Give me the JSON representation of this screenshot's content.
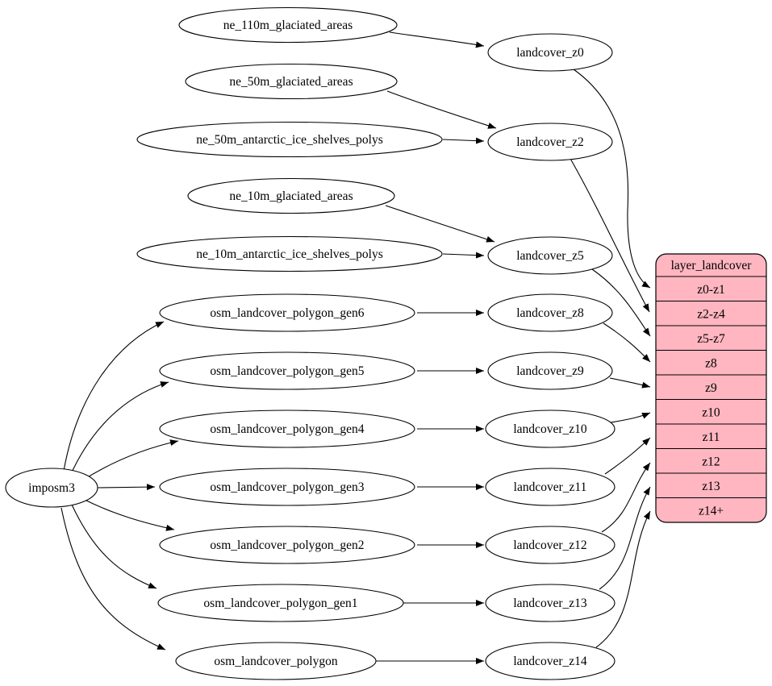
{
  "diagram": {
    "kind": "graphviz-dependency-diagram",
    "background": "#ffffff",
    "colors": {
      "node_fill": "#ffffff",
      "node_stroke": "#000000",
      "edge_stroke": "#000000",
      "table_fill": "#ffb6c1",
      "text": "#000000"
    }
  },
  "nodes": {
    "imposm3": {
      "label": "imposm3"
    },
    "sources": [
      {
        "label": "ne_110m_glaciated_areas"
      },
      {
        "label": "ne_50m_glaciated_areas"
      },
      {
        "label": "ne_50m_antarctic_ice_shelves_polys"
      },
      {
        "label": "ne_10m_glaciated_areas"
      },
      {
        "label": "ne_10m_antarctic_ice_shelves_polys"
      },
      {
        "label": "osm_landcover_polygon_gen6"
      },
      {
        "label": "osm_landcover_polygon_gen5"
      },
      {
        "label": "osm_landcover_polygon_gen4"
      },
      {
        "label": "osm_landcover_polygon_gen3"
      },
      {
        "label": "osm_landcover_polygon_gen2"
      },
      {
        "label": "osm_landcover_polygon_gen1"
      },
      {
        "label": "osm_landcover_polygon"
      }
    ],
    "intermediates": [
      {
        "label": "landcover_z0"
      },
      {
        "label": "landcover_z2"
      },
      {
        "label": "landcover_z5"
      },
      {
        "label": "landcover_z8"
      },
      {
        "label": "landcover_z9"
      },
      {
        "label": "landcover_z10"
      },
      {
        "label": "landcover_z11"
      },
      {
        "label": "landcover_z12"
      },
      {
        "label": "landcover_z13"
      },
      {
        "label": "landcover_z14"
      }
    ],
    "table": {
      "title": "layer_landcover",
      "rows": [
        {
          "label": "z0-z1"
        },
        {
          "label": "z2-z4"
        },
        {
          "label": "z5-z7"
        },
        {
          "label": "z8"
        },
        {
          "label": "z9"
        },
        {
          "label": "z10"
        },
        {
          "label": "z11"
        },
        {
          "label": "z12"
        },
        {
          "label": "z13"
        },
        {
          "label": "z14+"
        }
      ]
    }
  },
  "edges": [
    {
      "from": "ne_110m_glaciated_areas",
      "to": "landcover_z0"
    },
    {
      "from": "ne_50m_glaciated_areas",
      "to": "landcover_z2"
    },
    {
      "from": "ne_50m_antarctic_ice_shelves_polys",
      "to": "landcover_z2"
    },
    {
      "from": "ne_10m_glaciated_areas",
      "to": "landcover_z5"
    },
    {
      "from": "ne_10m_antarctic_ice_shelves_polys",
      "to": "landcover_z5"
    },
    {
      "from": "osm_landcover_polygon_gen6",
      "to": "landcover_z8"
    },
    {
      "from": "osm_landcover_polygon_gen5",
      "to": "landcover_z9"
    },
    {
      "from": "osm_landcover_polygon_gen4",
      "to": "landcover_z10"
    },
    {
      "from": "osm_landcover_polygon_gen3",
      "to": "landcover_z11"
    },
    {
      "from": "osm_landcover_polygon_gen2",
      "to": "landcover_z12"
    },
    {
      "from": "osm_landcover_polygon_gen1",
      "to": "landcover_z13"
    },
    {
      "from": "osm_landcover_polygon",
      "to": "landcover_z14"
    },
    {
      "from": "imposm3",
      "to": "osm_landcover_polygon_gen6"
    },
    {
      "from": "imposm3",
      "to": "osm_landcover_polygon_gen5"
    },
    {
      "from": "imposm3",
      "to": "osm_landcover_polygon_gen4"
    },
    {
      "from": "imposm3",
      "to": "osm_landcover_polygon_gen3"
    },
    {
      "from": "imposm3",
      "to": "osm_landcover_polygon_gen2"
    },
    {
      "from": "imposm3",
      "to": "osm_landcover_polygon_gen1"
    },
    {
      "from": "imposm3",
      "to": "osm_landcover_polygon"
    },
    {
      "from": "landcover_z0",
      "to": "layer_landcover:z0-z1"
    },
    {
      "from": "landcover_z2",
      "to": "layer_landcover:z2-z4"
    },
    {
      "from": "landcover_z5",
      "to": "layer_landcover:z5-z7"
    },
    {
      "from": "landcover_z8",
      "to": "layer_landcover:z8"
    },
    {
      "from": "landcover_z9",
      "to": "layer_landcover:z9"
    },
    {
      "from": "landcover_z10",
      "to": "layer_landcover:z10"
    },
    {
      "from": "landcover_z11",
      "to": "layer_landcover:z11"
    },
    {
      "from": "landcover_z12",
      "to": "layer_landcover:z12"
    },
    {
      "from": "landcover_z13",
      "to": "layer_landcover:z13"
    },
    {
      "from": "landcover_z14",
      "to": "layer_landcover:z14+"
    }
  ]
}
